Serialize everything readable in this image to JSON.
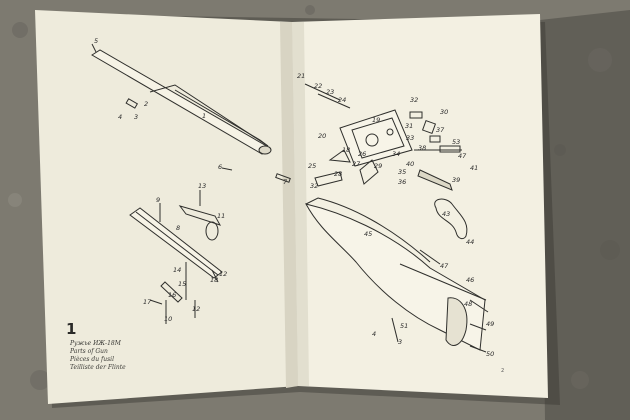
{
  "figure_number": "1",
  "caption_lines": [
    "Ружье ИЖ-18М",
    "Parts of Gun",
    "Pièces du fusil",
    "Teilliste der Flinte"
  ],
  "page_number": "2",
  "part_labels_left": [
    "5",
    "1",
    "2",
    "3",
    "4",
    "6",
    "7",
    "9",
    "13",
    "8",
    "11",
    "12",
    "14",
    "15",
    "16",
    "17",
    "10",
    "18",
    "12"
  ],
  "part_labels_right": [
    "21",
    "22",
    "23",
    "24",
    "32",
    "30",
    "20",
    "19",
    "31",
    "37",
    "33",
    "53",
    "18",
    "26",
    "38",
    "34",
    "40",
    "47",
    "25",
    "27",
    "29",
    "35",
    "36",
    "41",
    "32",
    "28",
    "39",
    "43",
    "44",
    "45",
    "47",
    "46",
    "48",
    "49",
    "50",
    "51",
    "4",
    "3"
  ],
  "colors": {
    "background": "#7d7a70",
    "paper": "#f1eedf",
    "ink": "#2a2a28"
  }
}
